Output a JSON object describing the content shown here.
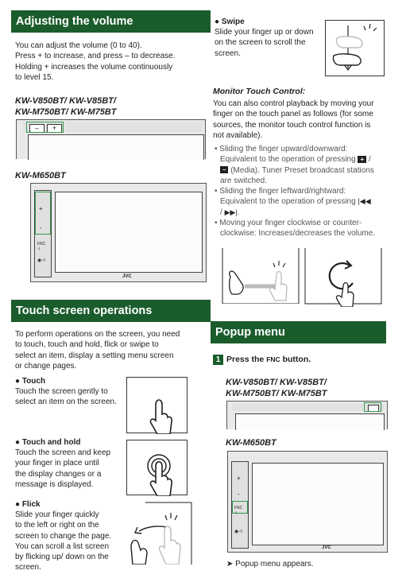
{
  "left": {
    "volume": {
      "heading": "Adjusting the volume",
      "line1": "You can adjust the volume (0 to 40).",
      "line2": "Press + to increase, and press – to decrease.",
      "line3": "Holding + increases the volume continuously",
      "line4": "to level 15.",
      "models_a_line1": "KW-V850BT/ KW-V85BT/",
      "models_a_line2": "KW-M750BT/ KW-M75BT",
      "model_b": "KW-M650BT",
      "btn_minus": "–",
      "btn_plus": "+",
      "m650_brand": "JVC"
    },
    "touch": {
      "heading": "Touch screen operations",
      "intro": [
        "To perform operations on the screen, you need",
        "to touch, touch and hold, flick or swipe to",
        "select an item, display a setting menu screen",
        "or change pages."
      ],
      "touch_title": "● Touch",
      "touch_lines": [
        "Touch the screen gently to",
        "select an item on the screen."
      ],
      "hold_title": "● Touch and hold",
      "hold_lines": [
        "Touch the screen and keep",
        "your finger in place until",
        "the display changes or a",
        "message is displayed."
      ],
      "flick_title": "● Flick",
      "flick_lines": [
        "Slide your finger quickly",
        "to the left or right on the",
        "screen to change the page.",
        "You can scroll a list screen",
        "by flicking up/ down on the",
        "screen."
      ]
    }
  },
  "right": {
    "swipe_title": "● Swipe",
    "swipe_lines": [
      "Slide your finger up or down",
      "on the screen to scroll the",
      "screen."
    ],
    "monitor_title": "Monitor Touch Control:",
    "monitor_lines": [
      "You can also control playback by moving your",
      "finger on the touch panel as follows (for some",
      "sources, the monitor touch control function is",
      "not available)."
    ],
    "bullets": {
      "b1_l1": "• Sliding the finger upward/downward:",
      "b1_l2": "Equivalent to the operation of pressing",
      "b1_l2_tail": " /",
      "b1_l3": " (Media). Tuner Preset broadcast stations",
      "b1_l4": "are switched.",
      "b2_l1": "• Sliding the finger leftward/rightward:",
      "b2_l2": "Equivalent to the operation of pressing",
      "b2_l3": "/",
      "b3_l1": "• Moving your finger clockwise or counter-",
      "b3_l2": "clockwise: Increases/decreases the volume."
    },
    "popup": {
      "heading": "Popup menu",
      "step_num": "1",
      "step_pre": "Press the ",
      "step_key": "FNC",
      "step_post": " button.",
      "models_a_line1": "KW-V850BT/ KW-V85BT/",
      "models_a_line2": "KW-M750BT/ KW-M75BT",
      "model_b": "KW-M650BT",
      "result": "Popup menu appears.",
      "m650_brand": "JVC"
    }
  },
  "colors": {
    "accent": "#1a5c2c",
    "highlight": "#2e9a4a"
  }
}
